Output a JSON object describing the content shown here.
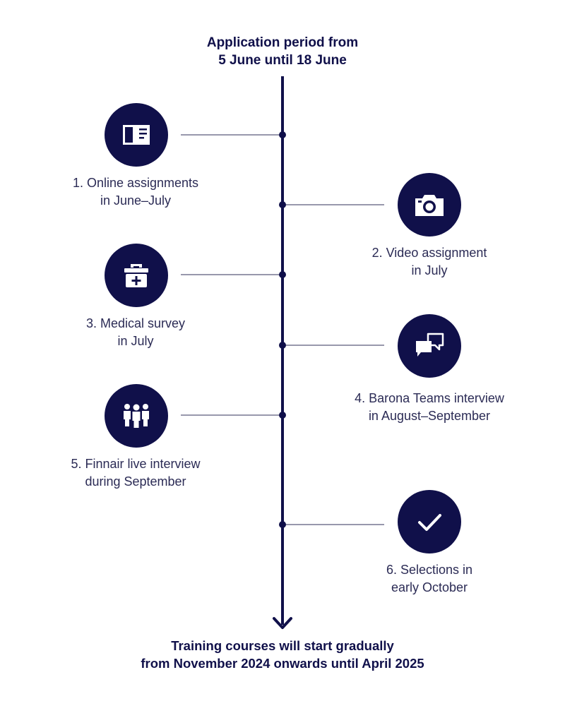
{
  "header": {
    "line1": "Application period from",
    "line2": "5 June until 18 June"
  },
  "steps": [
    {
      "line1": "1. Online assignments",
      "line2": "in June–July",
      "side": "left",
      "icon": "book-icon"
    },
    {
      "line1": "2. Video assignment",
      "line2": "in July",
      "side": "right",
      "icon": "camera-icon"
    },
    {
      "line1": "3. Medical survey",
      "line2": "in July",
      "side": "left",
      "icon": "first-aid-kit-icon"
    },
    {
      "line1": "4. Barona Teams interview",
      "line2": "in August–September",
      "side": "right",
      "icon": "chat-bubbles-icon"
    },
    {
      "line1": "5. Finnair live interview",
      "line2": "during September",
      "side": "left",
      "icon": "people-group-icon"
    },
    {
      "line1": "6. Selections in",
      "line2": "early October",
      "side": "right",
      "icon": "checkmark-icon"
    }
  ],
  "footer": {
    "line1": "Training courses will start gradually",
    "line2": "from November 2024 onwards until April 2025"
  },
  "colors": {
    "navy": "#10104a",
    "connector": "#5a5a7a",
    "icon_fg": "#ffffff"
  }
}
